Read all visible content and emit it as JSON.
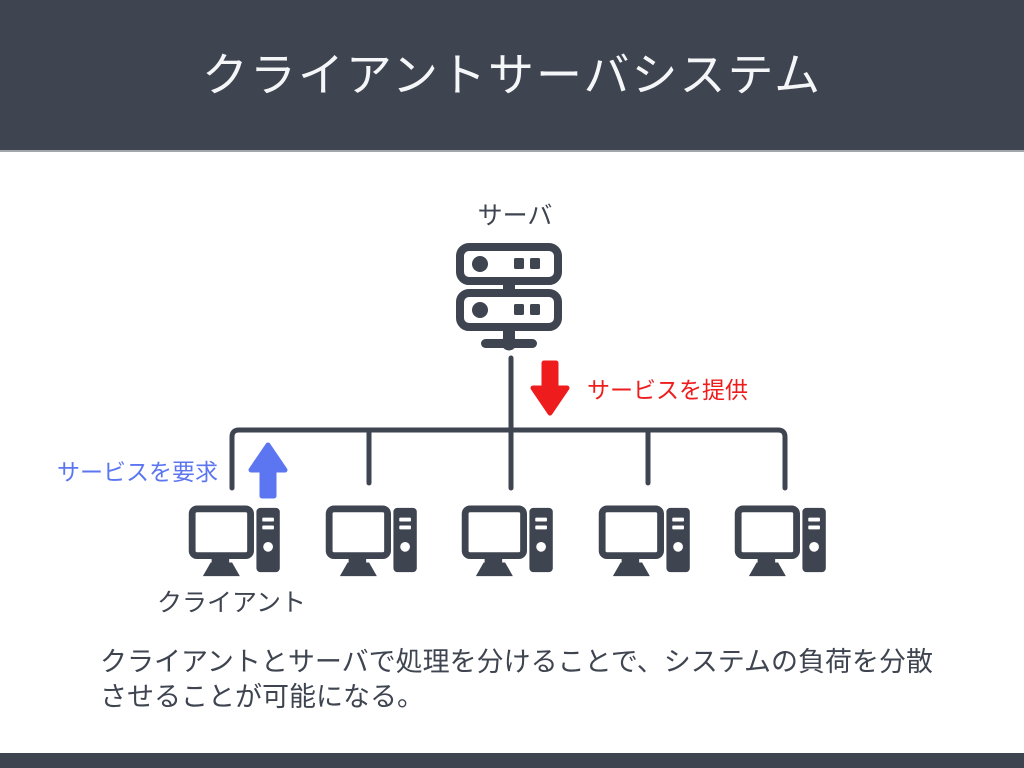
{
  "slide": {
    "title": "クライアントサーバシステム",
    "server": {
      "label": "サーバ"
    },
    "client": {
      "label": "クライアント",
      "count": 5
    },
    "arrows": {
      "provide": {
        "label": "サービスを提供",
        "direction": "down",
        "color": "#ee1c1c"
      },
      "request": {
        "label": "サービスを要求",
        "direction": "up",
        "color": "#5b76f0"
      }
    },
    "caption_lines": [
      "クライアントとサーバで処理を分けることで、システムの負荷を分散",
      "させることが可能になる。"
    ],
    "colors": {
      "dark_slate": "#3e4450",
      "header_text": "#f5f6f8",
      "background": "#ffffff",
      "header_border": "#a2a7ae"
    }
  }
}
